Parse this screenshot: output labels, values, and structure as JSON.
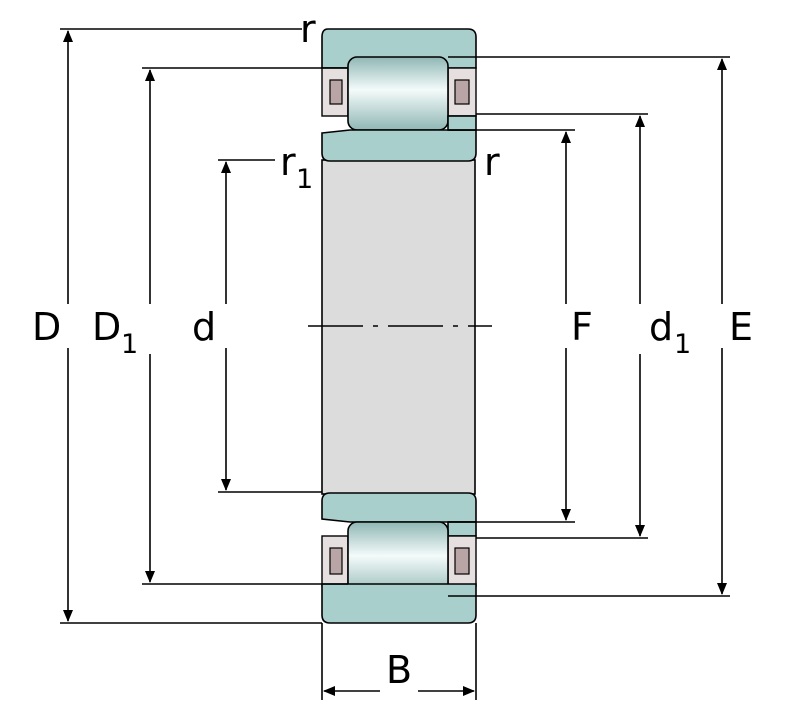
{
  "labels": {
    "D": "D",
    "D1": "D",
    "D1_sub": "1",
    "d": "d",
    "r1": "r",
    "r1_sub": "1",
    "r_top": "r",
    "r_inner": "r",
    "F": "F",
    "d1": "d",
    "d1_sub": "1",
    "E": "E",
    "B": "B"
  },
  "colors": {
    "ring": "#a9cfcd",
    "bore": "#dcdcdc",
    "cage": "#e6dfdf",
    "roller_light": "#f4fbfa",
    "roller_dark": "#8fb7b5",
    "line": "#000000"
  }
}
